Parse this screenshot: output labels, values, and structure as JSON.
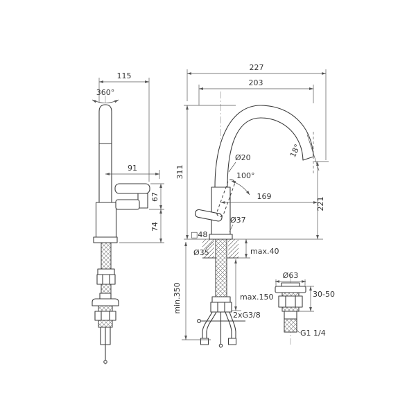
{
  "colors": {
    "background": "#ffffff",
    "line": "#3d3d3d",
    "text": "#333333"
  },
  "left_view": {
    "swivel_angle": "360°",
    "depth_total": "115",
    "spout_reach": "91",
    "handle_height": "67",
    "body_height": "74"
  },
  "right_view": {
    "width_total": "227",
    "spout_projection": "203",
    "height_total": "311",
    "spout_tube_dia": "Ø20",
    "outlet_angle": "18°",
    "handle_swing": "100°",
    "spout_reach": "169",
    "outlet_height": "221",
    "body_dia": "Ø37",
    "base_square": "□48",
    "hole_dia": "Ø35",
    "deck_thickness": "max.40",
    "hose_min_length": "min.350",
    "shank_max_length": "max.150",
    "supply_thread": "2xG3/8"
  },
  "waste": {
    "flange_dia": "Ø63",
    "deck_range": "30-50",
    "outlet_thread": "G1 1/4"
  }
}
